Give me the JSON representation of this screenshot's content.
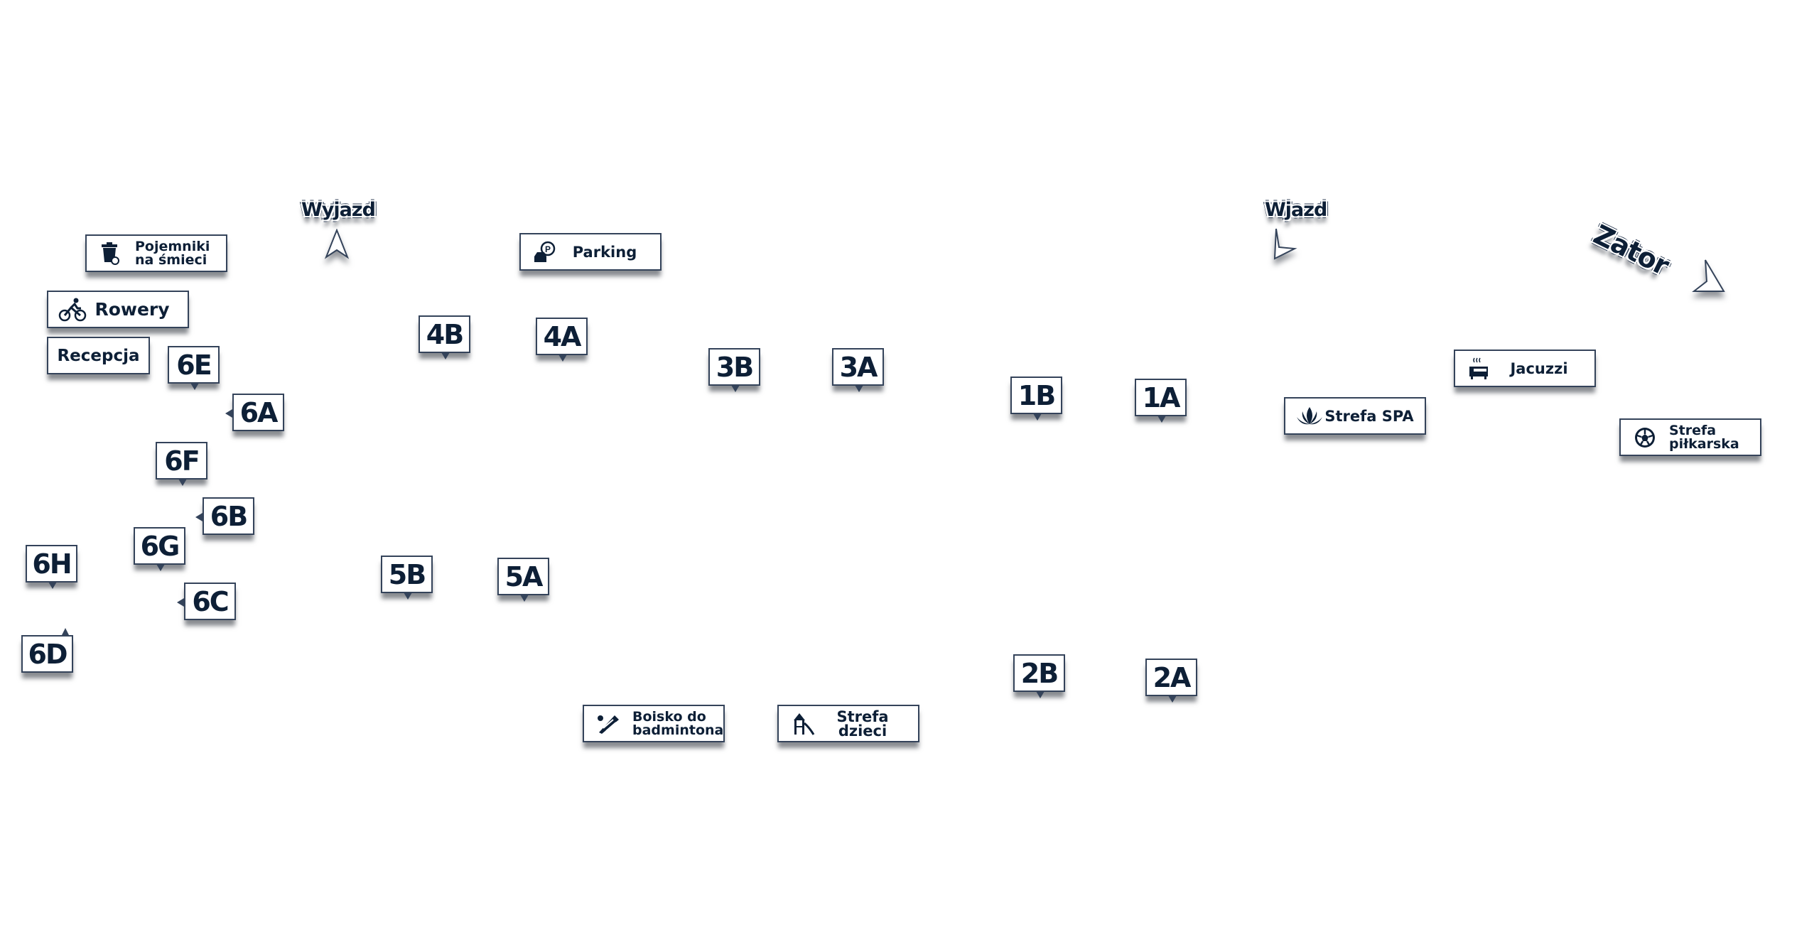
{
  "map": {
    "directions": {
      "exit": "Wyjazd",
      "entry": "Wjazd",
      "bay": "Zator"
    },
    "pitches": [
      "6E",
      "6A",
      "6F",
      "6B",
      "6G",
      "6H",
      "6C",
      "6D",
      "4B",
      "4A",
      "3B",
      "3A",
      "1B",
      "1A",
      "5B",
      "5A",
      "2B",
      "2A"
    ],
    "facilities": {
      "bins": {
        "label": "Pojemniki na śmieci",
        "icon": "trash-bin-icon"
      },
      "parking": {
        "label": "Parking",
        "icon": "parking-icon"
      },
      "bikes": {
        "label": "Rowery",
        "icon": "bicycle-icon"
      },
      "reception": {
        "label": "Recepcja"
      },
      "badminton": {
        "label": "Boisko do badmintona",
        "icon": "badminton-icon"
      },
      "kids": {
        "label": "Strefa dzieci",
        "icon": "playground-icon"
      },
      "jacuzzi": {
        "label": "Jacuzzi",
        "icon": "hot-tub-icon"
      },
      "spa": {
        "label": "Strefa SPA",
        "icon": "lotus-icon"
      },
      "football": {
        "label": "Strefa piłkarska",
        "icon": "football-icon"
      }
    },
    "colors": {
      "text": "#0d1f36",
      "border": "#34435a"
    }
  }
}
